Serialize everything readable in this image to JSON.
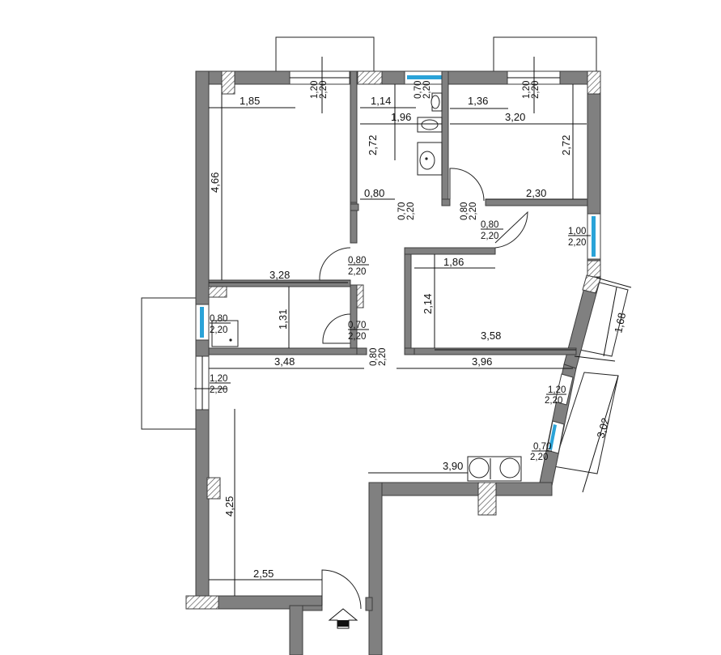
{
  "room_widths": [
    "1,85",
    "1,14",
    "1,36",
    "1,96",
    "3,20",
    "3,28",
    "1,86",
    "3,58",
    "3,48",
    "3,96",
    "3,90",
    "2,55",
    "2,30",
    "0,80"
  ],
  "room_heights": [
    "4,66",
    "2,72",
    "2,72",
    "2,14",
    "1,31",
    "4,25",
    "1,68",
    "3,02"
  ],
  "openings": [
    {
      "w": "1,20",
      "h": "2,20"
    },
    {
      "w": "0,70",
      "h": "2,20"
    },
    {
      "w": "1,20",
      "h": "2,20"
    },
    {
      "w": "0,70",
      "h": "2,20"
    },
    {
      "w": "0,80",
      "h": "2,20"
    },
    {
      "w": "0,80",
      "h": "2,20"
    },
    {
      "w": "1,00",
      "h": "2,20"
    },
    {
      "w": "0,80",
      "h": "2,20"
    },
    {
      "w": "0,80",
      "h": "2,20"
    },
    {
      "w": "0,70",
      "h": "2,20"
    },
    {
      "w": "0,80",
      "h": "2,20"
    },
    {
      "w": "1,20",
      "h": "2,20"
    },
    {
      "w": "1,20",
      "h": "2,20"
    },
    {
      "w": "0,70",
      "h": "2,20"
    }
  ],
  "colors": {
    "wall": "#808080",
    "glass": "#2aa3d8"
  },
  "icons": [
    "entrance-arrow-icon"
  ]
}
